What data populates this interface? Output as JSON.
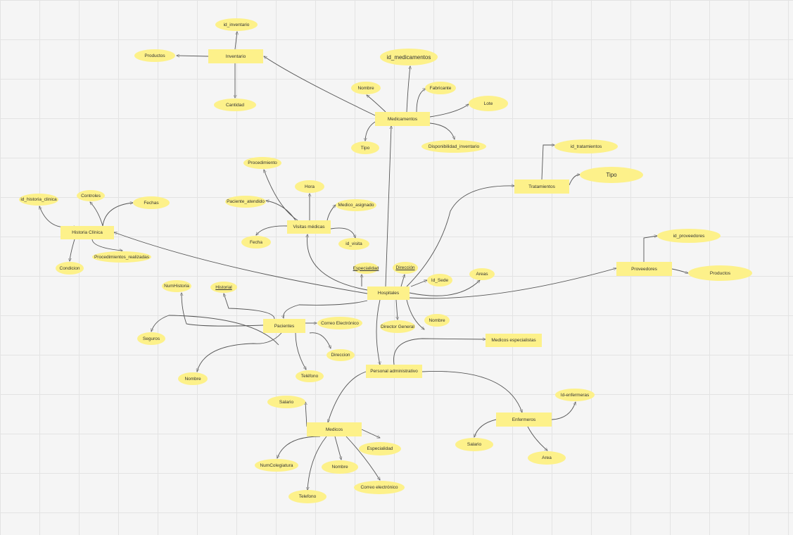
{
  "diagram": {
    "entities": [
      {
        "id": "inventario",
        "label": "Inventario"
      },
      {
        "id": "medicamentos",
        "label": "Medicamentos"
      },
      {
        "id": "visitas",
        "label": "Visitas médicas"
      },
      {
        "id": "historia",
        "label": "Historia Clínica"
      },
      {
        "id": "tratamientos",
        "label": "Tratamientos"
      },
      {
        "id": "hospitales",
        "label": "Hospitales"
      },
      {
        "id": "proveedores",
        "label": "Proveedores"
      },
      {
        "id": "pacientes",
        "label": "Pacientes"
      },
      {
        "id": "medicos_esp",
        "label": "Medicos especialistas"
      },
      {
        "id": "personal",
        "label": "Personal administrativo"
      },
      {
        "id": "medicos",
        "label": "Medicos"
      },
      {
        "id": "enfermeros",
        "label": "Enfermeros"
      }
    ],
    "attributes": [
      {
        "id": "id_inventario",
        "label": "id_inventario"
      },
      {
        "id": "inv_productos",
        "label": "Productos"
      },
      {
        "id": "inv_cantidad",
        "label": "Cantidad"
      },
      {
        "id": "id_medicamentos",
        "label": "id_medicamentos"
      },
      {
        "id": "med_nombre",
        "label": "Nombre"
      },
      {
        "id": "med_fabricante",
        "label": "Fabricante"
      },
      {
        "id": "med_lote",
        "label": "Lote"
      },
      {
        "id": "med_tipo",
        "label": "Tipo"
      },
      {
        "id": "med_disp",
        "label": "Disponibilidad_inventario"
      },
      {
        "id": "vis_proc",
        "label": "Procedimiento"
      },
      {
        "id": "vis_hora",
        "label": "Hora"
      },
      {
        "id": "vis_pac",
        "label": "Paciente_atendido"
      },
      {
        "id": "vis_medico",
        "label": "Medico_asignado"
      },
      {
        "id": "vis_fecha",
        "label": "Fecha"
      },
      {
        "id": "vis_id",
        "label": "id_visita"
      },
      {
        "id": "his_id",
        "label": "id_historia_clinica"
      },
      {
        "id": "his_controles",
        "label": "Controles"
      },
      {
        "id": "his_fechas",
        "label": "Fechas"
      },
      {
        "id": "his_cond",
        "label": "Condicion"
      },
      {
        "id": "his_proc",
        "label": "Procedimientos_realizadas"
      },
      {
        "id": "tra_id",
        "label": "id_tratamientos"
      },
      {
        "id": "tra_tipo",
        "label": "Tipo"
      },
      {
        "id": "pro_id",
        "label": "id_proveedores"
      },
      {
        "id": "pro_productos",
        "label": "Productos"
      },
      {
        "id": "hos_especialidad",
        "label": "Especialidad"
      },
      {
        "id": "hos_direccion",
        "label": "Dirección"
      },
      {
        "id": "hos_sede",
        "label": "Id_Sede"
      },
      {
        "id": "hos_areas",
        "label": "Areas"
      },
      {
        "id": "hos_director",
        "label": "Director General"
      },
      {
        "id": "hos_nombre",
        "label": "Nombre"
      },
      {
        "id": "pac_numhist",
        "label": "NumHistoria"
      },
      {
        "id": "pac_historial",
        "label": "Historial"
      },
      {
        "id": "pac_correo",
        "label": "Correo Electrónico"
      },
      {
        "id": "pac_seguros",
        "label": "Seguros"
      },
      {
        "id": "pac_direccion",
        "label": "Direccion"
      },
      {
        "id": "pac_nombre",
        "label": "Nombre"
      },
      {
        "id": "pac_telefono",
        "label": "Teléfono"
      },
      {
        "id": "mdc_salario",
        "label": "Salario"
      },
      {
        "id": "mdc_especialidad",
        "label": "Especialidad"
      },
      {
        "id": "mdc_numcol",
        "label": "NumColegiatura"
      },
      {
        "id": "mdc_nombre",
        "label": "Nombre"
      },
      {
        "id": "mdc_correo",
        "label": "Correo electrónico"
      },
      {
        "id": "mdc_telefono",
        "label": "Telefono"
      },
      {
        "id": "enf_id",
        "label": "Id-enfermeras"
      },
      {
        "id": "enf_salario",
        "label": "Salario"
      },
      {
        "id": "enf_area",
        "label": "Area"
      }
    ]
  }
}
